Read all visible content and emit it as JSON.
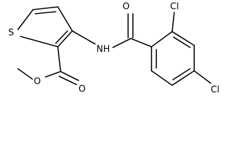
{
  "molecule": {
    "atoms": {
      "sulfur": "S",
      "amide_nitrogen": "NH",
      "amide_oxygen": "O",
      "ester_carbonyl_oxygen": "O",
      "ester_ether_oxygen": "O",
      "chlorine_ortho": "Cl",
      "chlorine_para": "Cl"
    },
    "colors": {
      "bonds": "#000000",
      "labels": "#000000",
      "background": "#ffffff"
    }
  }
}
